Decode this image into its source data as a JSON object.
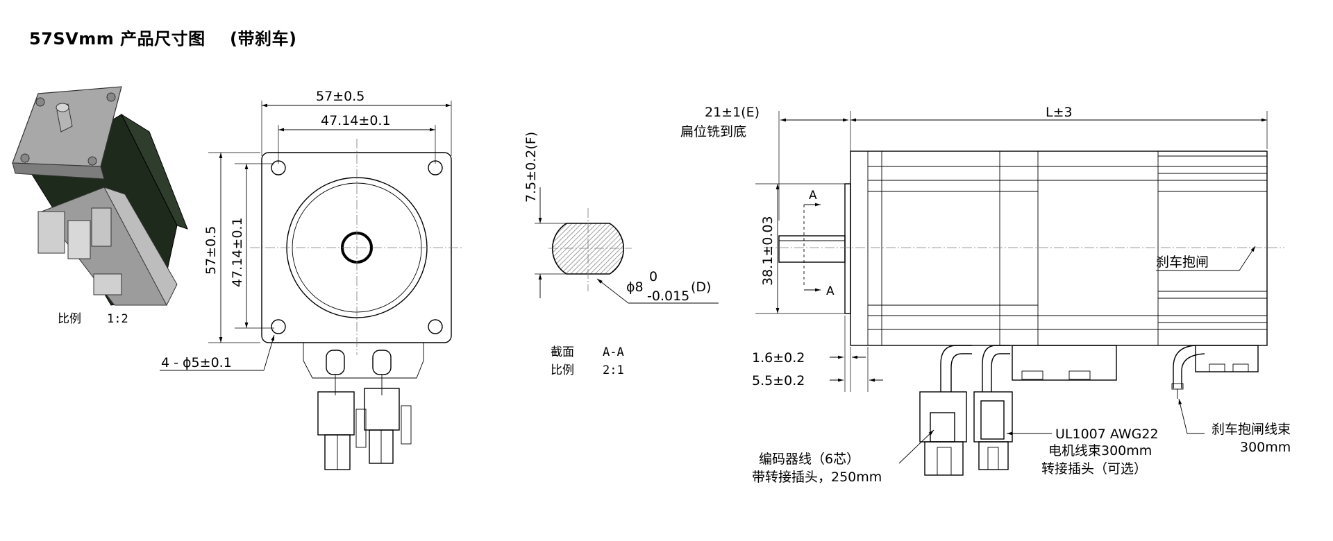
{
  "title": "57SVmm 产品尺寸图    (带刹车)",
  "iso_view": {
    "scale_label": "比例",
    "scale_value": "1:2"
  },
  "front_view": {
    "dim_width_outer": "57±0.5",
    "dim_width_inner": "47.14±0.1",
    "dim_height_outer": "57±0.5",
    "dim_height_inner": "47.14±0.1",
    "hole_label": "4 - ϕ5±0.1"
  },
  "section_view": {
    "dim_flat": "7.5±0.2(F)",
    "dim_diameter_base": "ϕ8",
    "dim_diameter_upper": "0",
    "dim_diameter_lower": "-0.015",
    "dim_diameter_tag": "(D)",
    "section_label": "截面",
    "section_value": "A-A",
    "scale_label": "比例",
    "scale_value": "2:1"
  },
  "side_view": {
    "dim_flat_length": "21±1(E)",
    "flat_note": "扁位铣到底",
    "dim_length": "L±3",
    "dim_boss": "38.1±0.03",
    "section_mark_top": "A",
    "section_mark_bottom": "A",
    "brake_label": "刹车抱闸",
    "dim_boss_height": "1.6±0.2",
    "dim_flange": "5.5±0.2",
    "encoder_note_line1": "编码器线（6芯）",
    "encoder_note_line2": "带转接插头，250mm",
    "motor_note_line1": "UL1007 AWG22",
    "motor_note_line2": "电机线束300mm",
    "motor_note_line3": "转接插头（可选）",
    "brake_wire_line1": "刹车抱闸线束",
    "brake_wire_line2": "300mm"
  },
  "colors": {
    "line": "#000000",
    "centerline": "#777777",
    "iso_face": "#a8a8a8",
    "iso_body": "#1e2a1c",
    "hatch": "#888888"
  },
  "icons": [
    "motor-isometric-render",
    "hatch-section"
  ]
}
